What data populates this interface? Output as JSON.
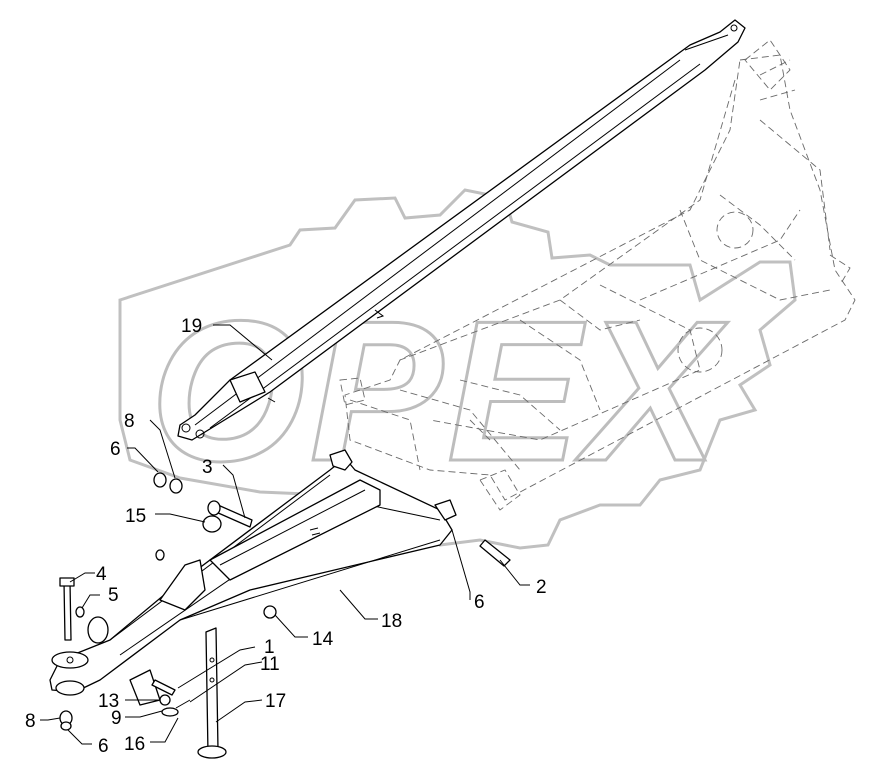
{
  "watermark": {
    "text": "OPEX",
    "color": "#b8b8b8"
  },
  "corner_mark": "",
  "callouts": [
    {
      "id": "c19",
      "label": "19"
    },
    {
      "id": "c8a",
      "label": "8"
    },
    {
      "id": "c6a",
      "label": "6"
    },
    {
      "id": "c3",
      "label": "3"
    },
    {
      "id": "c15",
      "label": "15"
    },
    {
      "id": "c4",
      "label": "4"
    },
    {
      "id": "c5",
      "label": "5"
    },
    {
      "id": "c1",
      "label": "1"
    },
    {
      "id": "c11",
      "label": "11"
    },
    {
      "id": "c13",
      "label": "13"
    },
    {
      "id": "c9",
      "label": "9"
    },
    {
      "id": "c8b",
      "label": "8"
    },
    {
      "id": "c6b",
      "label": "6"
    },
    {
      "id": "c16",
      "label": "16"
    },
    {
      "id": "c17",
      "label": "17"
    },
    {
      "id": "c14",
      "label": "14"
    },
    {
      "id": "c18",
      "label": "18"
    },
    {
      "id": "c6c",
      "label": "6"
    },
    {
      "id": "c2",
      "label": "2"
    }
  ]
}
